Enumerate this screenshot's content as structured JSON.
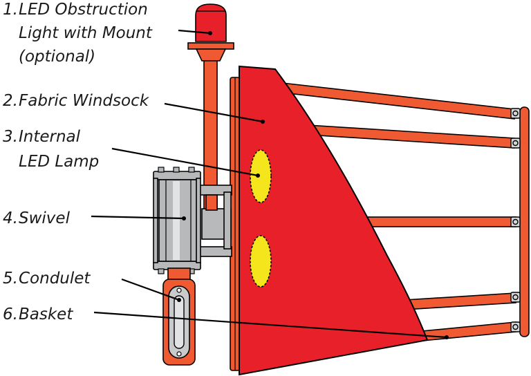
{
  "labels": [
    {
      "number": "1.",
      "lines": [
        "LED Obstruction",
        "Light with Mount",
        "(optional)"
      ],
      "indented_lines": [
        1,
        2
      ]
    },
    {
      "number": "2.",
      "lines": [
        "Fabric Windsock"
      ],
      "indented_lines": []
    },
    {
      "number": "3.",
      "lines": [
        "Internal",
        "LED Lamp"
      ],
      "indented_lines": [
        1
      ]
    },
    {
      "number": "4.",
      "lines": [
        "Swivel"
      ],
      "indented_lines": []
    },
    {
      "number": "5.",
      "lines": [
        "Condulet"
      ],
      "indented_lines": []
    },
    {
      "number": "6.",
      "lines": [
        "Basket"
      ],
      "indented_lines": []
    }
  ],
  "colors": {
    "windsock": "#e8202a",
    "frame_bars": "#ef5a32",
    "lamp": "#f4e51c",
    "swivel": "#b8b9bb",
    "outline": "#000000"
  }
}
